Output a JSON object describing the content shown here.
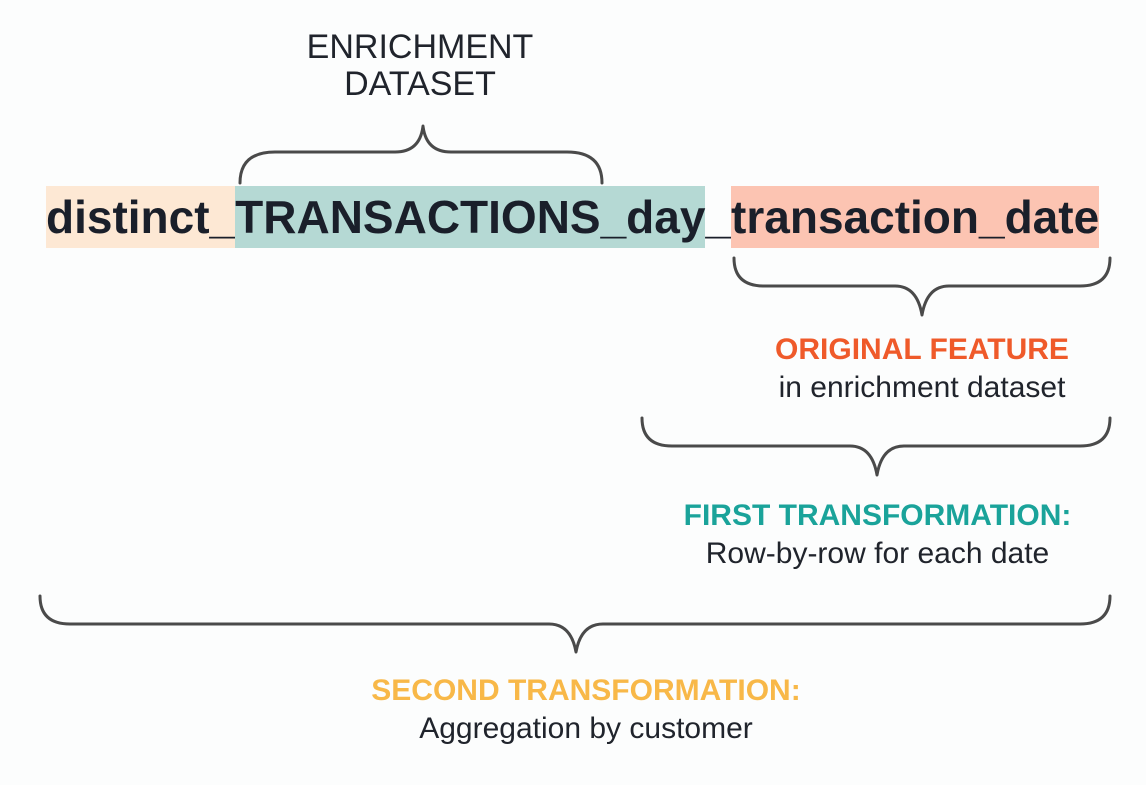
{
  "feature": {
    "parts": [
      {
        "text": "distinct_",
        "role": "aggregation-prefix",
        "bg": "#fde8d4"
      },
      {
        "text": "TRANSACTIONS_day",
        "role": "enrichment-dataset",
        "bg": "#b5d9d4"
      },
      {
        "text": "_",
        "role": "separator",
        "bg": "transparent"
      },
      {
        "text": "transaction_date",
        "role": "original-feature",
        "bg": "#fcc4b2"
      }
    ]
  },
  "annotations": {
    "enrichment": {
      "line1": "ENRICHMENT",
      "line2": "DATASET"
    },
    "original": {
      "heading": "ORIGINAL FEATURE",
      "sub": "in enrichment dataset",
      "color": "#ef5a2a"
    },
    "first": {
      "heading": "FIRST TRANSFORMATION:",
      "sub": "Row-by-row for each date",
      "color": "#1aa39a"
    },
    "second": {
      "heading": "SECOND TRANSFORMATION:",
      "sub": "Aggregation by customer",
      "color": "#f8b848"
    }
  },
  "colors": {
    "text": "#1f2430",
    "brace": "#4a4a4a",
    "background": "#fcfdfd"
  }
}
